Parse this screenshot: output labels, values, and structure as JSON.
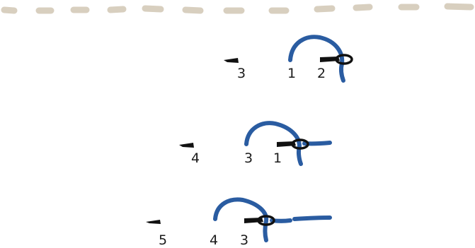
{
  "colors": {
    "background": "#ffffff",
    "dash": "#d8cfbf",
    "thread": "#2a5ca1",
    "needle": "#111111",
    "label": "#1b1b1b"
  },
  "steps": [
    {
      "labels": {
        "left": "3",
        "mid": "1",
        "right": "2"
      }
    },
    {
      "labels": {
        "left": "4",
        "mid": "3",
        "right": "1"
      }
    },
    {
      "labels": {
        "left": "5",
        "mid": "4",
        "right": "3"
      }
    }
  ]
}
